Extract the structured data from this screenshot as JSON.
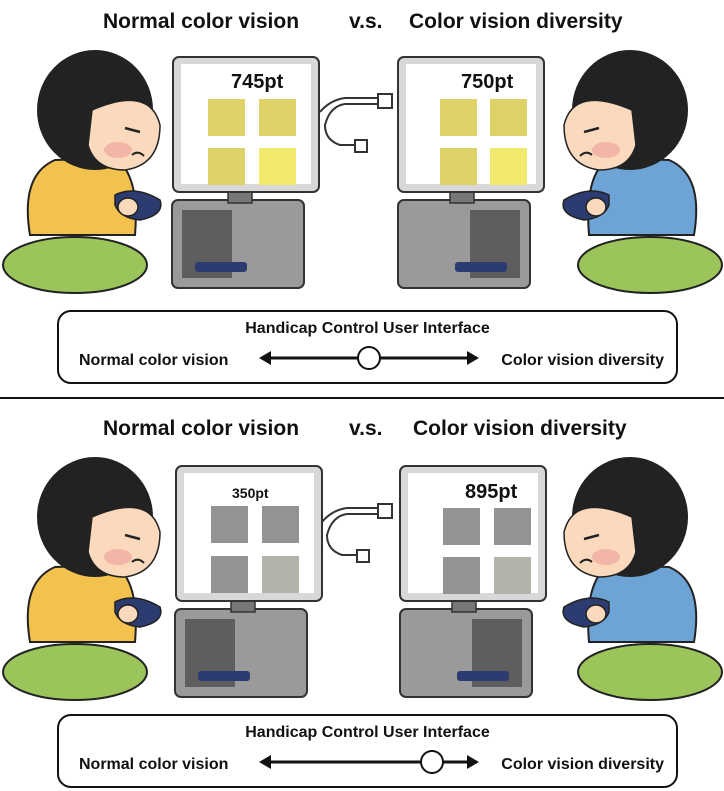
{
  "top_panel": {
    "title_left": "Normal color vision",
    "title_vs": "v.s.",
    "title_right": "Color vision diversity",
    "score_left": "745pt",
    "score_right": "750pt",
    "tile_colors_left": [
      "#dcd266",
      "#dcd266",
      "#dcd266",
      "#f1e96e"
    ],
    "tile_colors_right": [
      "#dcd266",
      "#dcd266",
      "#dcd266",
      "#f1e96e"
    ],
    "ui_title": "Handicap Control User Interface",
    "ui_left_label": "Normal color vision",
    "ui_right_label": "Color vision  diversity",
    "slider_position": 0.5
  },
  "bottom_panel": {
    "title_left": "Normal color vision",
    "title_vs": "v.s.",
    "title_right": "Color vision diversity",
    "score_left": "350pt",
    "score_right": "895pt",
    "tile_colors_left": [
      "#939393",
      "#939393",
      "#939393",
      "#b3b3ac"
    ],
    "tile_colors_right": [
      "#939393",
      "#939393",
      "#939393",
      "#b3b3ac"
    ],
    "ui_title": "Handicap Control User Interface",
    "ui_left_label": "Normal color vision",
    "ui_right_label": "Color vision  diversity",
    "slider_position": 0.85
  },
  "colors": {
    "shirt_left": "#f2c14e",
    "shirt_right": "#6ea3d6",
    "pants": "#9bc45a",
    "skin": "#fbd9bd",
    "hair": "#222222"
  }
}
